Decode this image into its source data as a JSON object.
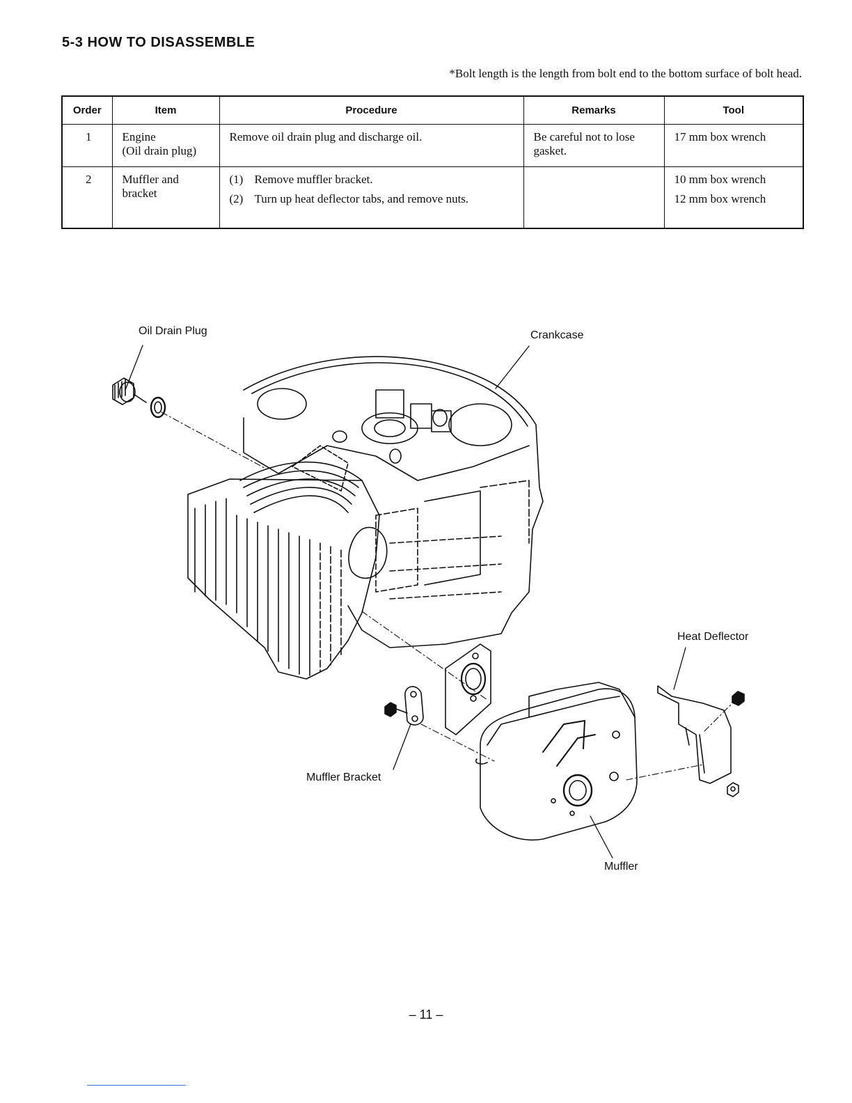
{
  "section_title": "5-3 HOW TO DISASSEMBLE",
  "note": "*Bolt length is the length from bolt end to the bottom surface of bolt head.",
  "table": {
    "headers": {
      "order": "Order",
      "item": "Item",
      "procedure": "Procedure",
      "remarks": "Remarks",
      "tool": "Tool"
    },
    "rows": [
      {
        "order": "1",
        "item": [
          "Engine",
          "(Oil drain plug)"
        ],
        "procedure": [
          {
            "num": "",
            "text": "Remove oil drain plug and discharge oil."
          }
        ],
        "remarks": [
          "Be careful not to lose",
          "gasket."
        ],
        "tools": [
          "17 mm box wrench"
        ]
      },
      {
        "order": "2",
        "item": [
          "Muffler and",
          "bracket"
        ],
        "procedure": [
          {
            "num": "(1)",
            "text": "Remove muffler bracket."
          },
          {
            "num": "(2)",
            "text": "Turn up heat deflector tabs, and remove nuts."
          }
        ],
        "remarks": [],
        "tools": [
          "10 mm box wrench",
          "12 mm box wrench"
        ]
      }
    ]
  },
  "diagram_labels": {
    "oil_drain_plug": "Oil Drain Plug",
    "crankcase": "Crankcase",
    "heat_deflector": "Heat Deflector",
    "muffler_bracket": "Muffler Bracket",
    "muffler": "Muffler"
  },
  "page_number": "– 11 –"
}
